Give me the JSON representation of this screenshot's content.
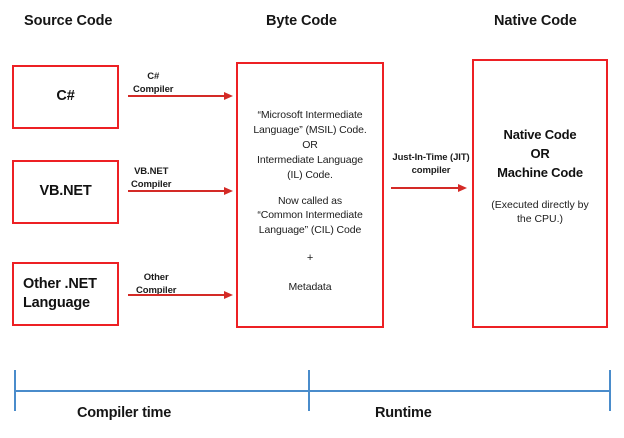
{
  "headers": {
    "source": "Source Code",
    "byte": "Byte Code",
    "native": "Native Code"
  },
  "source_boxes": [
    {
      "label": "C#"
    },
    {
      "label": "VB.NET"
    },
    {
      "label": "Other .NET\nLanguage"
    }
  ],
  "arrows": [
    {
      "label": "C# Compiler"
    },
    {
      "label": "VB.NET Compiler"
    },
    {
      "label": "Other Compiler"
    },
    {
      "label": "Just-In-Time (JIT)\ncompiler"
    }
  ],
  "byte_box": {
    "line1": "“Microsoft Intermediate\nLanguage” (MSIL) Code.\nOR\nIntermediate Language\n(IL) Code.",
    "line2": "Now called as\n“Common Intermediate\nLanguage” (CIL) Code",
    "plus": "+",
    "metadata": "Metadata"
  },
  "native_box": {
    "main": "Native Code\nOR\nMachine Code",
    "sub": "(Executed directly by\nthe CPU.)"
  },
  "timeline": {
    "phases": [
      {
        "label": "Compiler time"
      },
      {
        "label": "Runtime"
      }
    ]
  },
  "colors": {
    "box_border_red": "#ED2024",
    "arrow_red": "#D42A26",
    "timeline_blue": "#4A8CCB",
    "text": "#1a1a1a",
    "background": "#ffffff"
  }
}
